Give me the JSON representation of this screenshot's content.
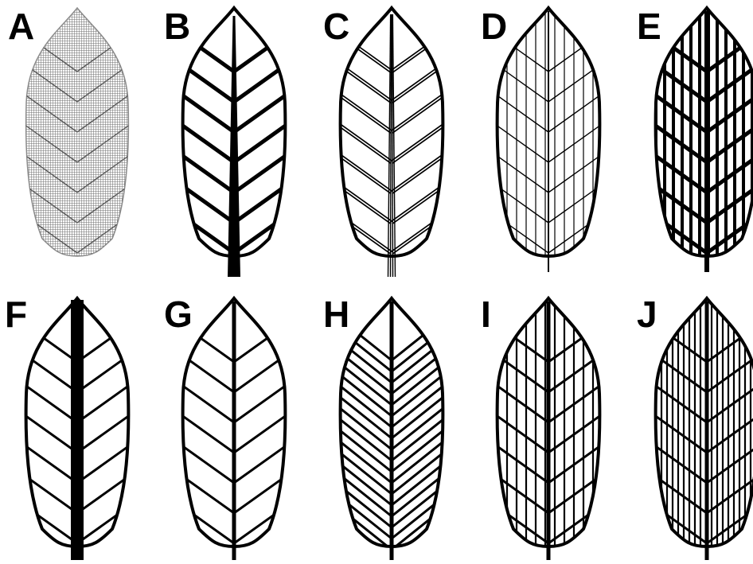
{
  "panels": [
    {
      "label": "A",
      "style": "grid-gray",
      "midrib": "none",
      "veins": "fine"
    },
    {
      "label": "B",
      "style": "tapered-midrib",
      "midrib": "tapered",
      "veins": "thick"
    },
    {
      "label": "C",
      "style": "multi-strand",
      "midrib": "quad",
      "veins": "double"
    },
    {
      "label": "D",
      "style": "thin-reticulate",
      "midrib": "thin",
      "veins": "thin"
    },
    {
      "label": "E",
      "style": "bold-reticulate",
      "midrib": "thick",
      "veins": "bold"
    },
    {
      "label": "F",
      "style": "wide-midrib",
      "midrib": "wide",
      "veins": "medium"
    },
    {
      "label": "G",
      "style": "standard",
      "midrib": "medium",
      "veins": "medium"
    },
    {
      "label": "H",
      "style": "dense-diagonal",
      "midrib": "medium",
      "veins": "dense"
    },
    {
      "label": "I",
      "style": "reticulate",
      "midrib": "medium",
      "veins": "medium"
    },
    {
      "label": "J",
      "style": "dense-reticulate",
      "midrib": "medium",
      "veins": "medium"
    }
  ],
  "colors": {
    "ink": "#000000",
    "fill": "#ffffff",
    "grid_fill": "#a9a9a9"
  }
}
